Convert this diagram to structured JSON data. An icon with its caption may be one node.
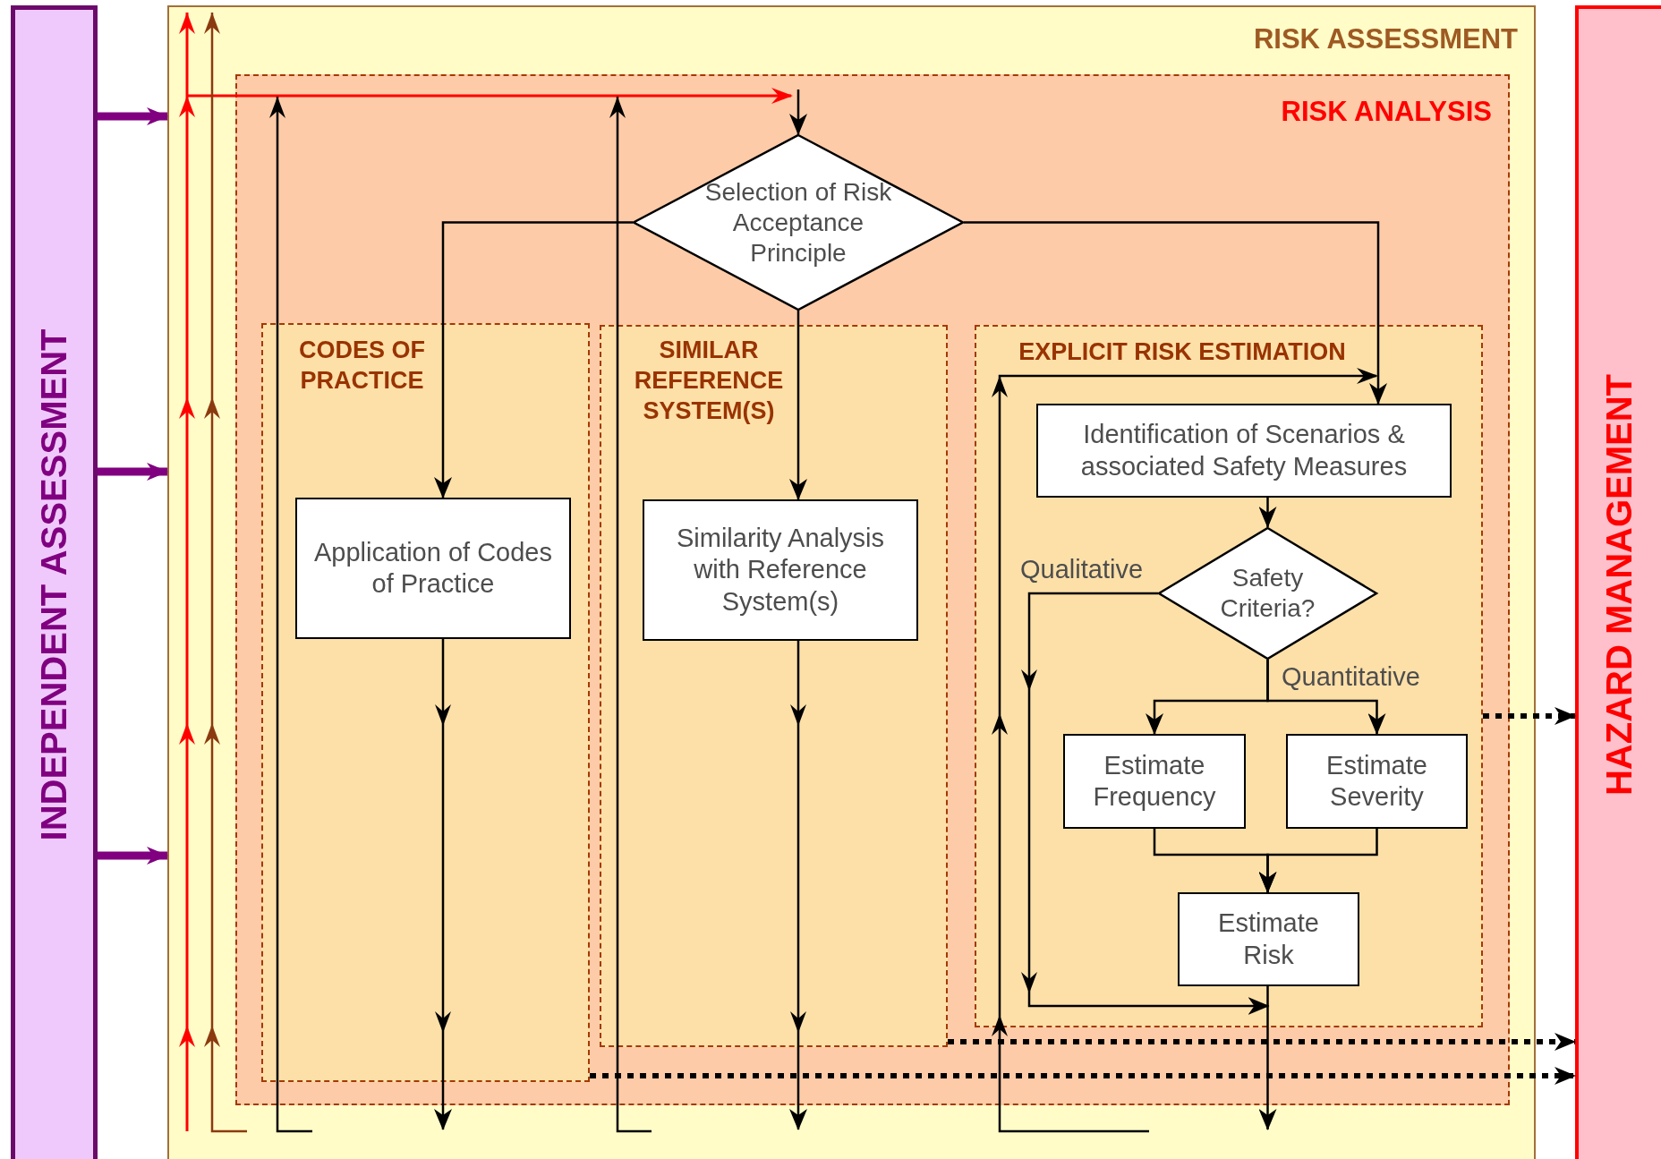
{
  "diagram": {
    "nodes": [
      {
        "text": [
          "INDEPENDENT ASSESSMENT"
        ]
      },
      {
        "text": [
          "RISK ASSESSMENT"
        ]
      },
      {
        "text": [
          "RISK ANALYSIS"
        ],
        "in": 1
      },
      {
        "text": [
          "CODES OF PRACTICE"
        ],
        "in": 2
      },
      {
        "text": [
          "SIMILAR REFERENCE SYSTEM(S)"
        ],
        "in": 2
      },
      {
        "text": [
          "EXPLICIT RISK ESTIMATION"
        ],
        "in": 2
      },
      {
        "text": [
          "Selection of Risk Acceptance Principle"
        ],
        "in": 2
      },
      {
        "text": [
          "Application of Codes of Practice"
        ],
        "in": 3
      },
      {
        "text": [
          "Similarity Analysis with Reference System(s)"
        ],
        "in": 4
      },
      {
        "text": [
          "Identification of Scenarios & associated Safety Measures"
        ],
        "in": 5
      },
      {
        "text": [
          "Safety Criteria?"
        ],
        "in": 5
      },
      {
        "text": [
          "Estimate Frequency"
        ],
        "in": 5
      },
      {
        "text": [
          "Estimate Severity"
        ],
        "in": 5
      },
      {
        "text": [
          "Estimate Risk"
        ],
        "in": 5
      },
      {
        "text": [
          "HAZARD MANAGEMENT"
        ]
      }
    ],
    "edges": [
      {
        "from": 6,
        "to": 7,
        "arrow": "to"
      },
      {
        "from": 6,
        "to": 8,
        "arrow": "to"
      },
      {
        "from": 6,
        "to": 9,
        "arrow": "to"
      },
      {
        "from": 9,
        "to": 10,
        "arrow": "to"
      },
      {
        "from": 10,
        "to": 11,
        "arrow": "to",
        "label": "Quantitative"
      },
      {
        "from": 10,
        "to": 12,
        "arrow": "to"
      },
      {
        "from": 10,
        "to": 13,
        "arrow": "to",
        "label": "Qualitative"
      },
      {
        "from": 11,
        "to": 13,
        "arrow": "to"
      },
      {
        "from": 12,
        "to": 13,
        "arrow": "to"
      },
      {
        "from": 7,
        "to": null,
        "arrow": "to"
      },
      {
        "from": 8,
        "to": null,
        "arrow": "to"
      },
      {
        "from": 13,
        "to": null,
        "arrow": "to"
      },
      {
        "from": null,
        "to": 6,
        "arrow": "to"
      },
      {
        "from": 5,
        "to": 14,
        "arrow": "to",
        "style": "dashed"
      },
      {
        "from": 4,
        "to": 14,
        "arrow": "to",
        "style": "dashed"
      },
      {
        "from": 3,
        "to": 14,
        "arrow": "to",
        "style": "dashed"
      },
      {
        "from": 0,
        "to": 1,
        "arrow": "to",
        "style": "thick",
        "color": "#800080"
      },
      {
        "from": 0,
        "to": 1,
        "arrow": "to",
        "style": "thick",
        "color": "#800080"
      },
      {
        "from": 0,
        "to": 1,
        "arrow": "to",
        "style": "thick",
        "color": "#800080"
      }
    ]
  }
}
